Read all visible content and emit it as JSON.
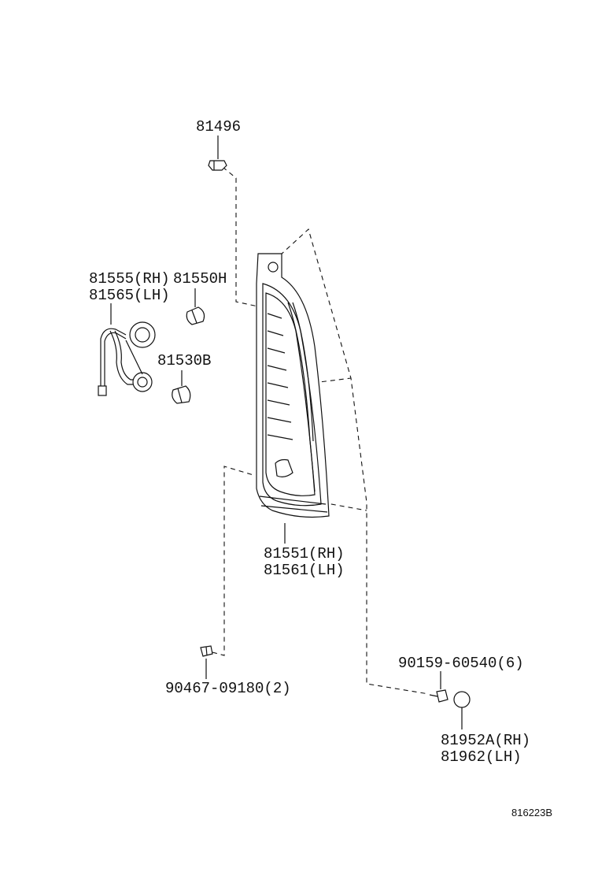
{
  "labels": {
    "clip_81496": "81496",
    "socket_rh": "81555(RH)",
    "socket_lh": "81565(LH)",
    "bulb_81550h": "81550H",
    "bulb_81530b": "81530B",
    "lamp_rh": "81551(RH)",
    "lamp_lh": "81561(LH)",
    "screw_90467": "90467-09180(2)",
    "screw_90159": "90159-60540(6)",
    "cap_rh": "81952A(RH)",
    "cap_lh": "81962(LH)",
    "diagram_ref": "816223B"
  }
}
